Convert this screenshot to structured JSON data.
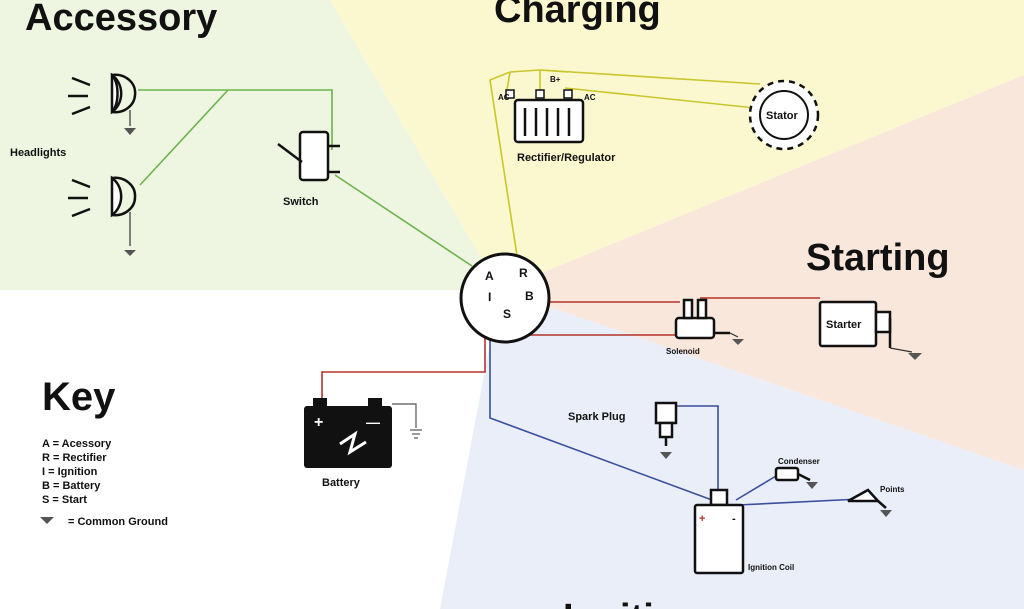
{
  "sections": {
    "accessory": "Accessory",
    "charging": "Charging",
    "starting": "Starting",
    "key": "Key",
    "ignition": "Ignition"
  },
  "components": {
    "headlights": "Headlights",
    "switch": "Switch",
    "rectifier": "Rectifier/Regulator",
    "stator": "Stator",
    "solenoid": "Solenoid",
    "starter": "Starter",
    "battery": "Battery",
    "spark_plug": "Spark Plug",
    "condenser": "Condenser",
    "points": "Points",
    "ignition_coil": "Ignition Coil"
  },
  "terminals": {
    "a": "A",
    "r": "R",
    "i": "I",
    "b": "B",
    "s": "S"
  },
  "rectifier_terminals": {
    "ac_left": "AC",
    "b_plus": "B+",
    "ac_right": "AC"
  },
  "battery_signs": {
    "plus": "+",
    "minus": "—"
  },
  "coil_signs": {
    "plus": "+",
    "minus": "-"
  },
  "key": {
    "items": [
      "A = Acessory",
      "R = Rectifier",
      "I = Ignition",
      "B = Battery",
      "S = Start"
    ],
    "ground": "= Common Ground"
  },
  "colors": {
    "accessory_bg": "#eef6e2",
    "charging_bg": "#fbf8cf",
    "starting_bg": "#f9e7dc",
    "ignition_bg": "#e9eef8",
    "wire_accessory": "#6bb34a",
    "wire_charging": "#c9c62c",
    "wire_starting": "#b5332b",
    "wire_ignition": "#3a4f9e"
  },
  "icons": [
    "headlight-icon",
    "switch-icon",
    "rectifier-icon",
    "stator-icon",
    "key-switch-icon",
    "solenoid-icon",
    "starter-icon",
    "battery-icon",
    "spark-plug-icon",
    "condenser-icon",
    "points-icon",
    "ignition-coil-icon",
    "ground-icon"
  ]
}
